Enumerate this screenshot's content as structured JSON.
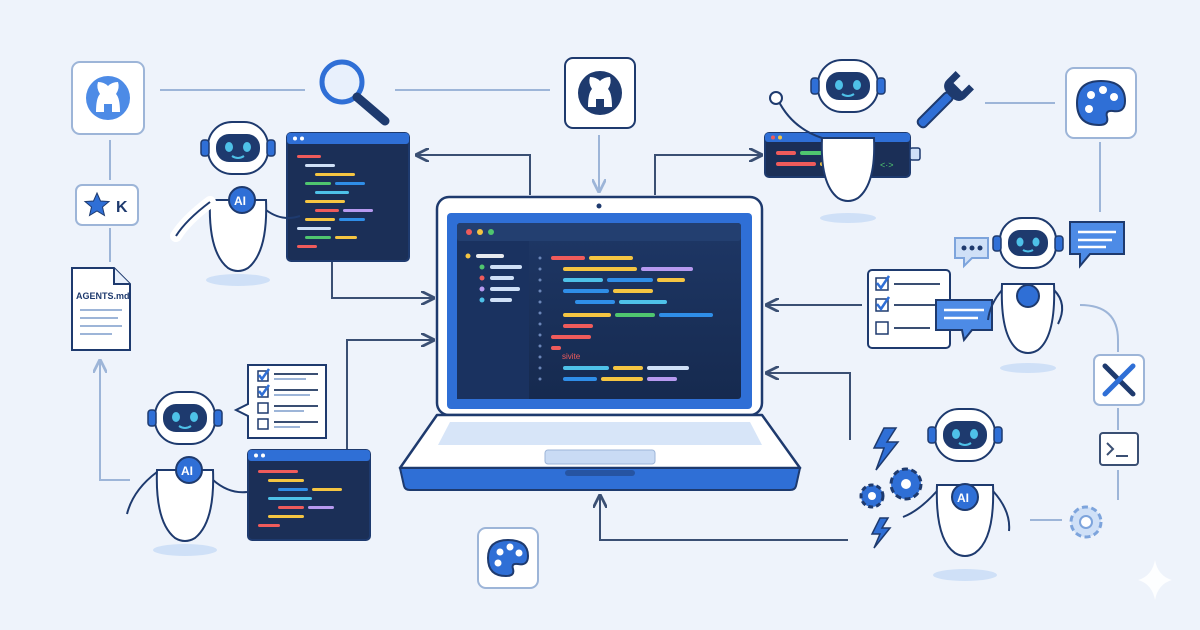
{
  "labels": {
    "agents_file": "AGENTS.md",
    "star_key": "K",
    "robot_badge": "AI",
    "code_word": "sivite",
    "terminal_arrow": "<·>"
  },
  "colors": {
    "background": "#eef3fb",
    "navy": "#1e3a6e",
    "blue": "#2f6fd6",
    "light_blue": "#cfe0f7",
    "code_bg": "#1b2f57",
    "line": "#3a4f73",
    "soft_line": "#9db5d8",
    "red": "#ef5b5b",
    "yellow": "#f5c542",
    "green": "#4fc66f",
    "purple": "#b79af0",
    "cyan": "#4ec1e8"
  },
  "icons": [
    "github-icon",
    "search-icon",
    "wrench-icon",
    "palette-icon",
    "star-icon",
    "document-icon",
    "checklist-icon",
    "chat-bubble-icon",
    "tools-icon",
    "terminal-icon",
    "gear-icon",
    "lightning-icon",
    "sparkle-icon"
  ]
}
